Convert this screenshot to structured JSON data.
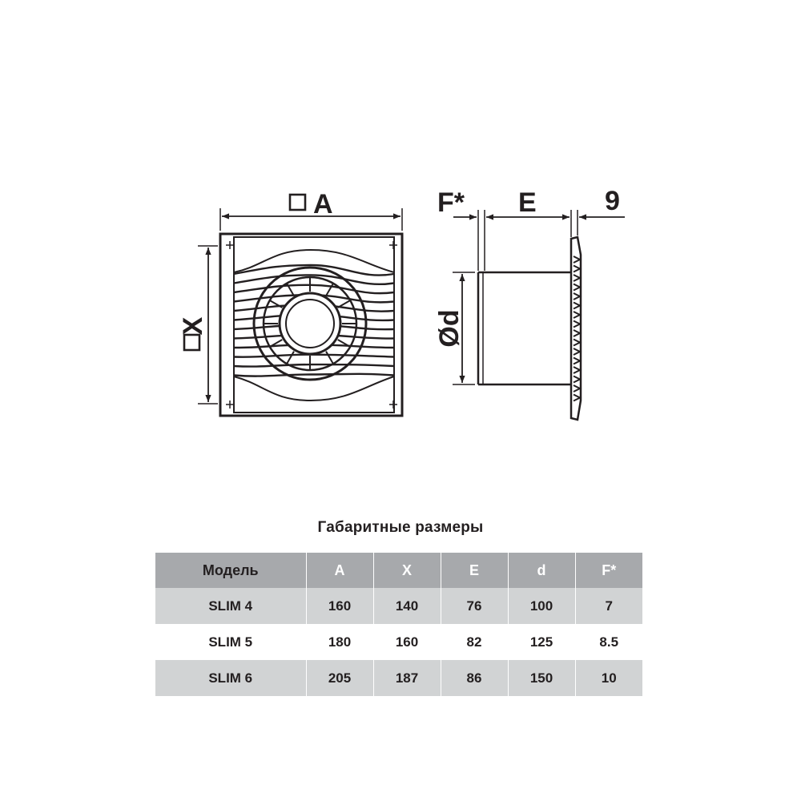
{
  "dimension_labels": {
    "a": "A",
    "x": "X",
    "d": "Ød",
    "f": "F*",
    "e": "E",
    "nine": "9"
  },
  "table": {
    "title": "Габаритные размеры",
    "headers": [
      "Модель",
      "A",
      "X",
      "E",
      "d",
      "F*"
    ],
    "rows": [
      [
        "SLIM 4",
        "160",
        "140",
        "76",
        "100",
        "7"
      ],
      [
        "SLIM 5",
        "180",
        "160",
        "82",
        "125",
        "8.5"
      ],
      [
        "SLIM 6",
        "205",
        "187",
        "86",
        "150",
        "10"
      ]
    ]
  },
  "colors": {
    "line": "#231f20",
    "header_bg": "#a7a9ac",
    "row_shade": "#d1d3d4"
  }
}
